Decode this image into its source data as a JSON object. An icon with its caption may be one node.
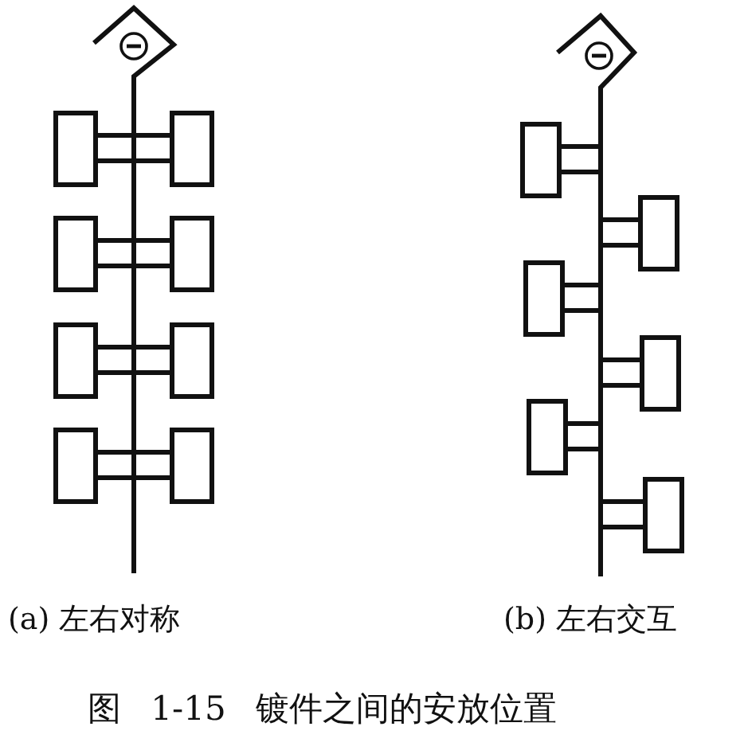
{
  "diagram": {
    "caption": "图 1-15 镀件之间的安放位置",
    "labels": [
      "(a) 左右对称",
      "(b) 左右交互"
    ]
  }
}
